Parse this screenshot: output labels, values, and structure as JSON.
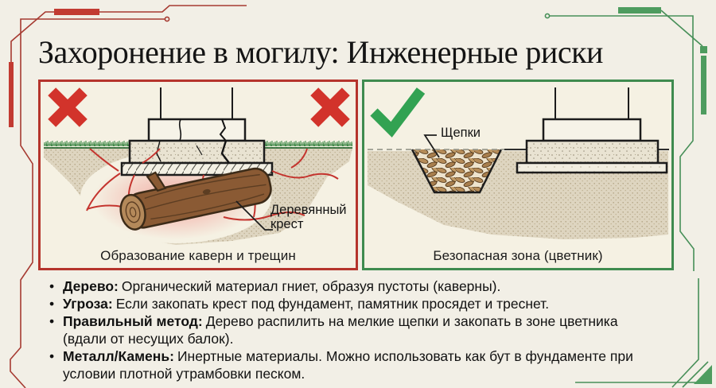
{
  "title": "Захоронение в могилу: Инженерные риски",
  "left_panel": {
    "status_icon": "x-mark",
    "caption": "Образование каверн и трещин",
    "callout": "Деревянный\nкрест"
  },
  "right_panel": {
    "status_icon": "check-mark",
    "caption": "Безопасная зона (цветник)",
    "callout": "Щепки"
  },
  "bullets": [
    {
      "term": "Дерево:",
      "text": "Органический материал гниет, образуя пустоты (каверны)."
    },
    {
      "term": "Угроза:",
      "text": "Если закопать крест под фундамент, памятник просядет и треснет."
    },
    {
      "term": "Правильный метод:",
      "text": "Дерево распилить на мелкие щепки и закопать в зоне цветника\n(вдали от несущих балок)."
    },
    {
      "term": "Металл/Камень:",
      "text": "Инертные материалы. Можно использовать как бут в фундаменте при\nусловии плотной утрамбовки песком."
    }
  ],
  "colors": {
    "background": "#f2efe6",
    "danger": "#d2332b",
    "safe": "#32a252",
    "panel_red_border": "#b5342c",
    "panel_green_border": "#3f8b4f",
    "crack_red": "#c4342e"
  }
}
